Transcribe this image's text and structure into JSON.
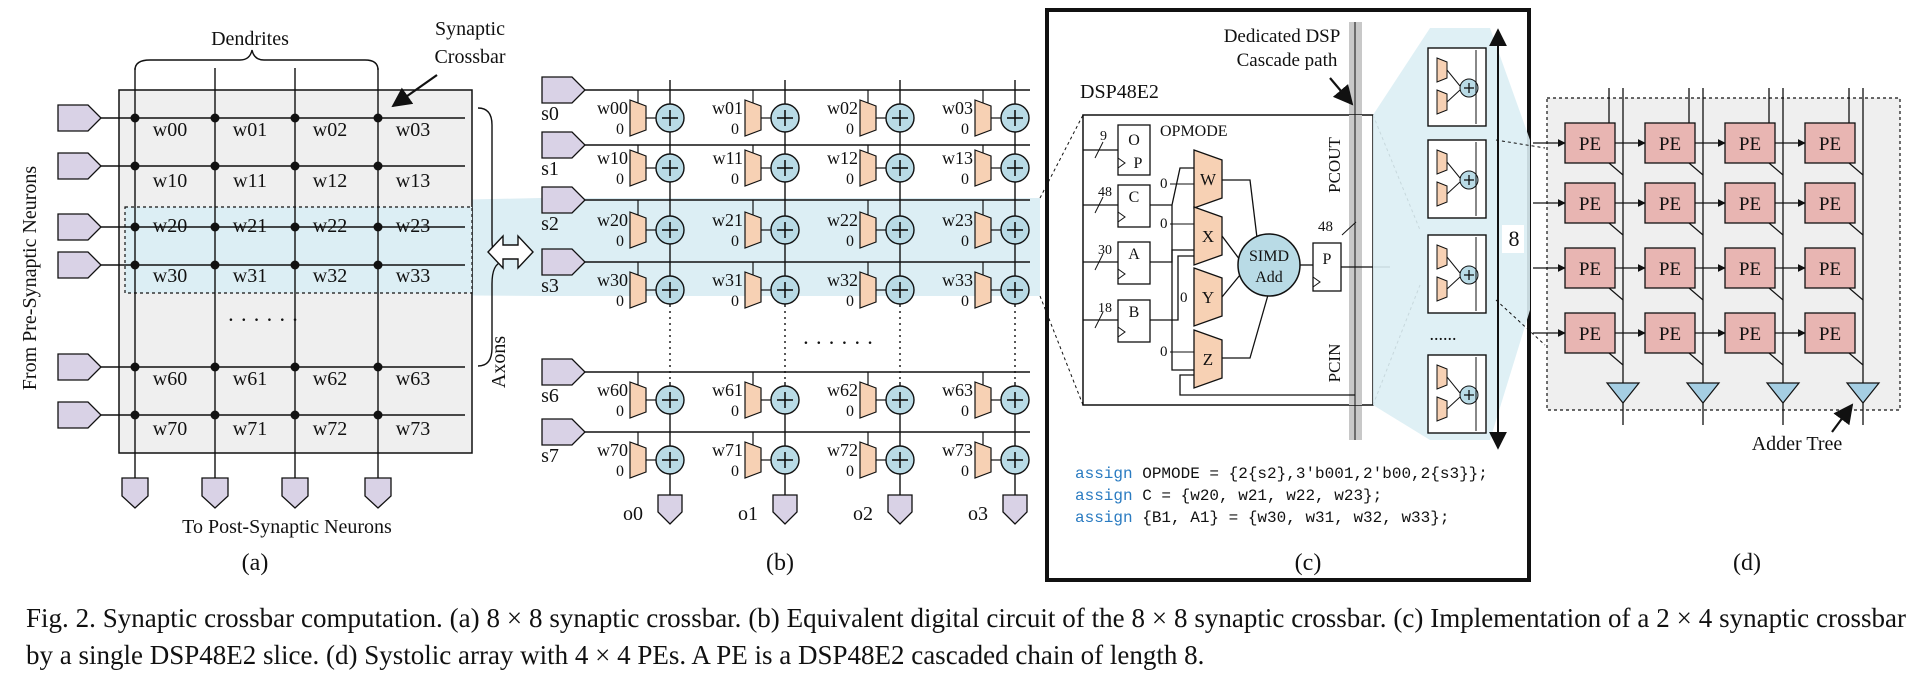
{
  "panel_a": {
    "top_label": "Dendrites",
    "crossbar_label_1": "Synaptic",
    "crossbar_label_2": "Crossbar",
    "left_label": "From Pre-Synaptic Neurons",
    "right_label": "Axons",
    "bottom_label": "To Post-Synaptic Neurons",
    "ellipsis": "· · · · · ·",
    "rows": [
      [
        "w00",
        "w01",
        "w02",
        "w03"
      ],
      [
        "w10",
        "w11",
        "w12",
        "w13"
      ],
      [
        "w20",
        "w21",
        "w22",
        "w23"
      ],
      [
        "w30",
        "w31",
        "w32",
        "w33"
      ],
      [
        "w60",
        "w61",
        "w62",
        "w63"
      ],
      [
        "w70",
        "w71",
        "w72",
        "w73"
      ]
    ],
    "tag": "(a)"
  },
  "panel_b": {
    "inputs": [
      "s0",
      "s1",
      "s2",
      "s3",
      "s6",
      "s7"
    ],
    "outputs": [
      "o0",
      "o1",
      "o2",
      "o3"
    ],
    "zero": "0",
    "ellipsis": "· · · · · ·",
    "tag": "(b)"
  },
  "panel_c": {
    "dsp_title": "DSP48E2",
    "cascade_label_1": "Dedicated DSP",
    "cascade_label_2": "Cascade path",
    "opmode_label": "OPMODE",
    "reg_o": "O",
    "reg_p_small": "P",
    "reg_c": "C",
    "reg_a": "A",
    "reg_b": "B",
    "bus_9": "9",
    "bus_48": "48",
    "bus_30": "30",
    "bus_18": "18",
    "bus_p48": "48",
    "mux_w": "W",
    "mux_x": "X",
    "mux_y": "Y",
    "mux_z": "Z",
    "zero": "0",
    "simd_1": "SIMD",
    "simd_2": "Add",
    "reg_p": "P",
    "pcout": "PCOUT",
    "pcin": "PCIN",
    "code": [
      {
        "kw": "assign",
        "rest": " OPMODE = {2{s2},3'b001,2'b00,2{s3}};"
      },
      {
        "kw": "assign",
        "rest": " C = {w20, w21, w22, w23};"
      },
      {
        "kw": "assign",
        "rest": " {B1, A1} = {w30, w31, w32, w33};"
      }
    ],
    "chain_count": "8",
    "chain_dots": "......",
    "tag": "(c)"
  },
  "panel_d": {
    "pe_label": "PE",
    "adder_label": "Adder Tree",
    "tag": "(d)"
  },
  "caption": "Fig. 2.    Synaptic crossbar computation. (a) 8 × 8 synaptic crossbar. (b) Equivalent digital circuit of the 8 × 8 synaptic crossbar. (c)  Implementation of a 2 × 4 synaptic crossbar by a single DSP48E2 slice. (d) Systolic array with 4 × 4 PEs. A PE is a DSP48E2 cascaded chain of length 8.",
  "colors": {
    "crossbar_bg": "#efefef",
    "highlight": "#dceef4",
    "input_port": "#d9d2e6",
    "mux": "#f7d1b4",
    "adder": "#b9dbe6",
    "pe": "#e8b5b2",
    "triangle": "#a5cee3",
    "keyword": "#2a7bc1"
  }
}
